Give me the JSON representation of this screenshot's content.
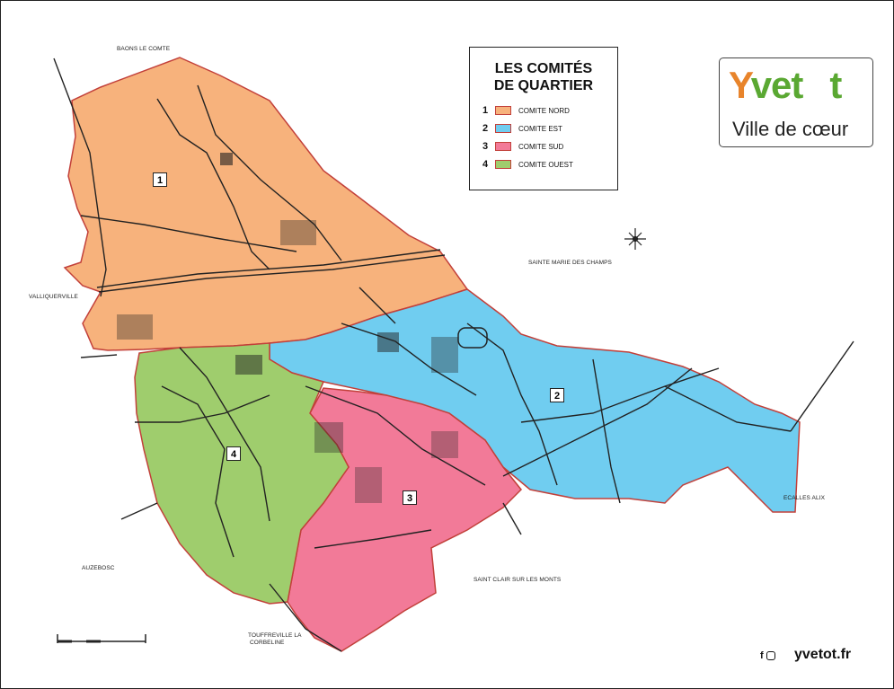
{
  "legend": {
    "title_line1": "LES COMITÉS",
    "title_line2": "DE QUARTIER",
    "items": [
      {
        "number": "1",
        "label": "COMITE NORD",
        "color": "#f7b27c"
      },
      {
        "number": "2",
        "label": "COMITE EST",
        "color": "#70cdf0"
      },
      {
        "number": "3",
        "label": "COMITE SUD",
        "color": "#f27a98"
      },
      {
        "number": "4",
        "label": "COMITE OUEST",
        "color": "#9fcd6d"
      }
    ]
  },
  "logo": {
    "word_prefix": "Y",
    "word_rest": "vet",
    "word_end": "t",
    "subtitle": "Ville de cœur"
  },
  "places": {
    "north": "BAONS LE COMTE",
    "west": "VALLIQUERVILLE",
    "northeast": "SAINTE MARIE DES CHAMPS",
    "east": "ECALLES ALIX",
    "southwest": "AUZEBOSC",
    "south_line1": "TOUFFREVILLE LA",
    "south_line2": "CORBELINE",
    "southeast": "SAINT CLAIR SUR LES MONTS"
  },
  "zones": {
    "nord": "1",
    "est": "2",
    "sud": "3",
    "ouest": "4"
  },
  "footer": {
    "website": "yvetot.fr",
    "social_icons": [
      "facebook-icon",
      "instagram-icon"
    ]
  },
  "colors": {
    "border": "#c2403a",
    "road": "#222222"
  }
}
